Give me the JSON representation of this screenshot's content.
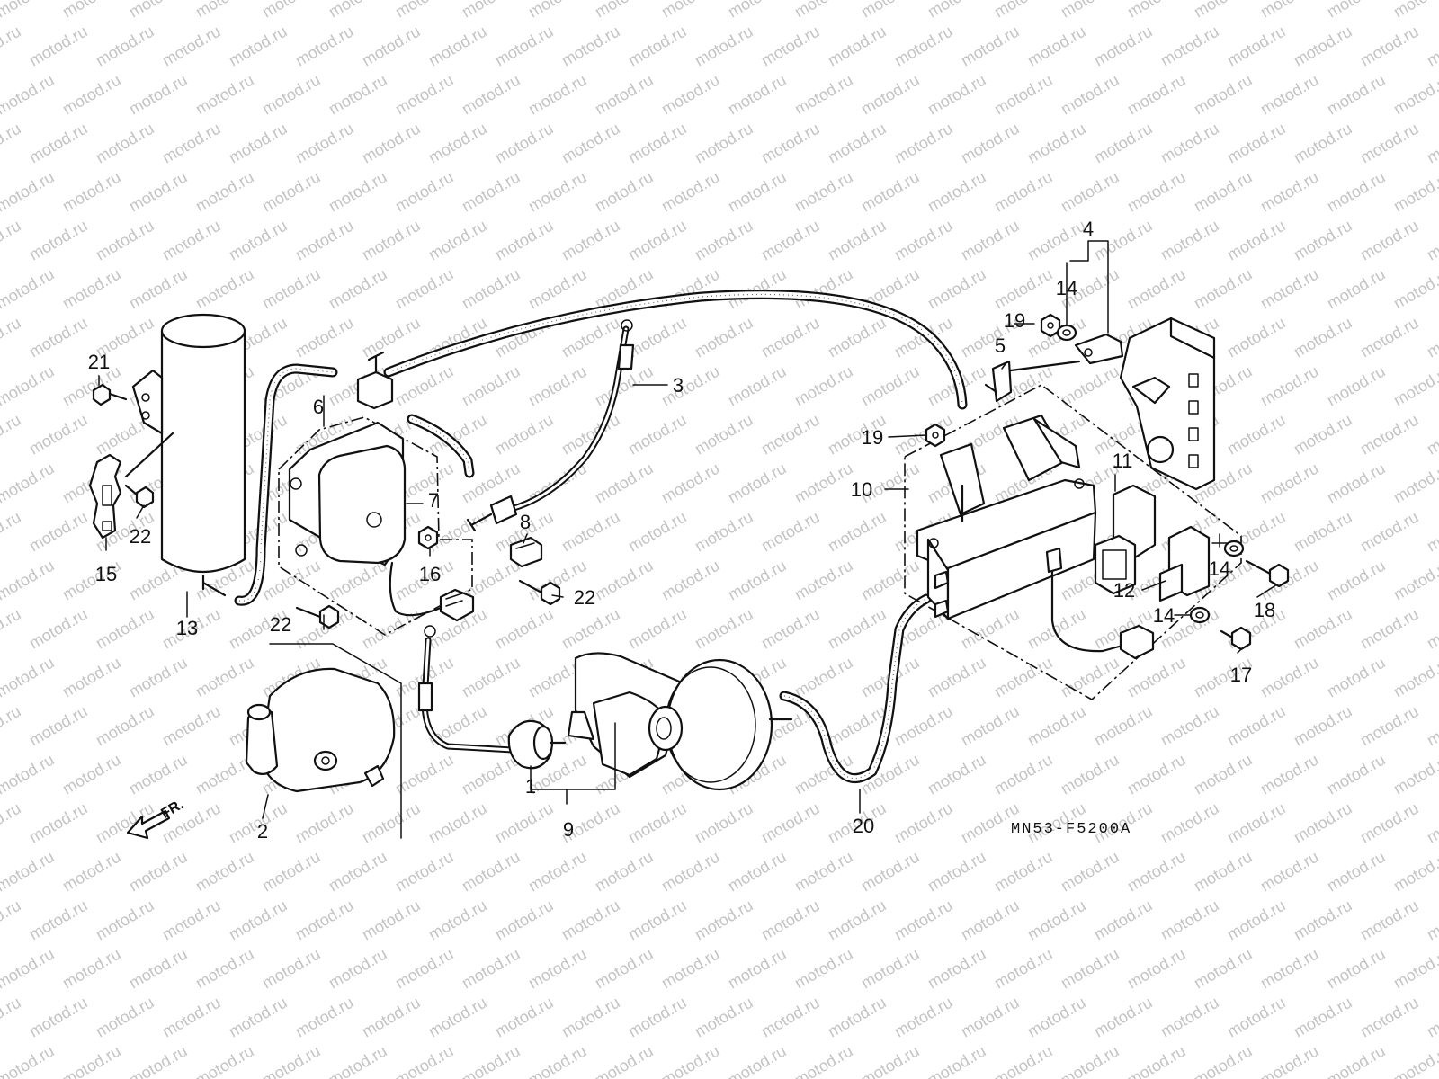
{
  "watermark": "motod.ru",
  "diagram_code": "MN53-F5200A",
  "direction_label": "FR.",
  "callouts": [
    "1",
    "2",
    "3",
    "4",
    "5",
    "6",
    "7",
    "8",
    "9",
    "10",
    "11",
    "12",
    "13",
    "14",
    "15",
    "16",
    "17",
    "18",
    "19",
    "20",
    "21",
    "22"
  ],
  "colors": {
    "ink": "#111111",
    "watermark": "#c4c4c4",
    "background": "#ffffff"
  }
}
